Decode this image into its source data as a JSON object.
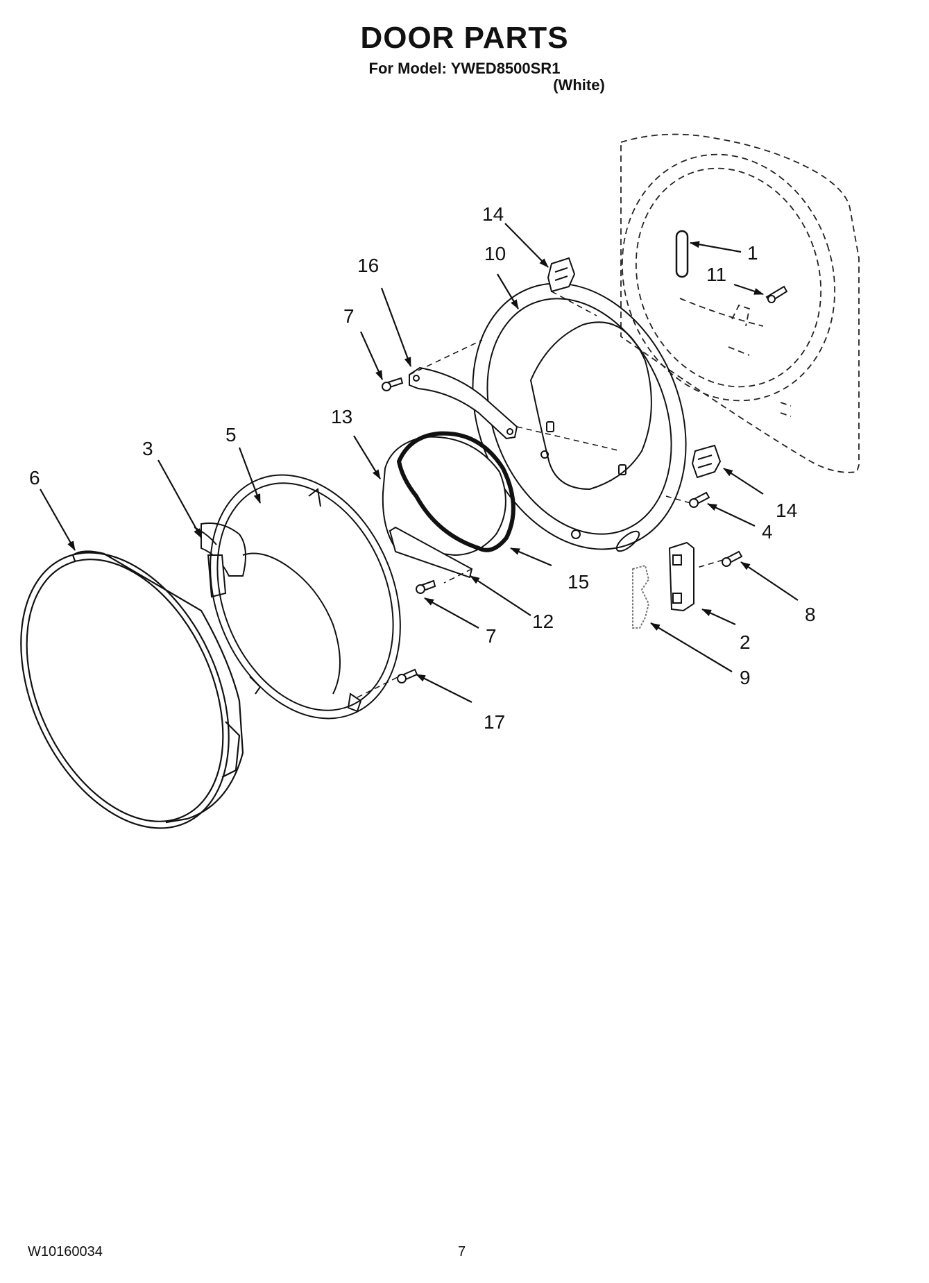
{
  "header": {
    "title": "DOOR PARTS",
    "model_line": "For Model: YWED8500SR1",
    "color": "(White)"
  },
  "callouts": [
    {
      "id": "c1",
      "label": "1"
    },
    {
      "id": "c2",
      "label": "2"
    },
    {
      "id": "c3",
      "label": "3"
    },
    {
      "id": "c4",
      "label": "4"
    },
    {
      "id": "c5",
      "label": "5"
    },
    {
      "id": "c6",
      "label": "6"
    },
    {
      "id": "c7a",
      "label": "7"
    },
    {
      "id": "c7b",
      "label": "7"
    },
    {
      "id": "c8",
      "label": "8"
    },
    {
      "id": "c9",
      "label": "9"
    },
    {
      "id": "c10",
      "label": "10"
    },
    {
      "id": "c11",
      "label": "11"
    },
    {
      "id": "c12",
      "label": "12"
    },
    {
      "id": "c13",
      "label": "13"
    },
    {
      "id": "c14a",
      "label": "14"
    },
    {
      "id": "c14b",
      "label": "14"
    },
    {
      "id": "c15",
      "label": "15"
    },
    {
      "id": "c16",
      "label": "16"
    },
    {
      "id": "c17",
      "label": "17"
    }
  ],
  "footer": {
    "doc_number": "W10160034",
    "page_number": "7"
  }
}
